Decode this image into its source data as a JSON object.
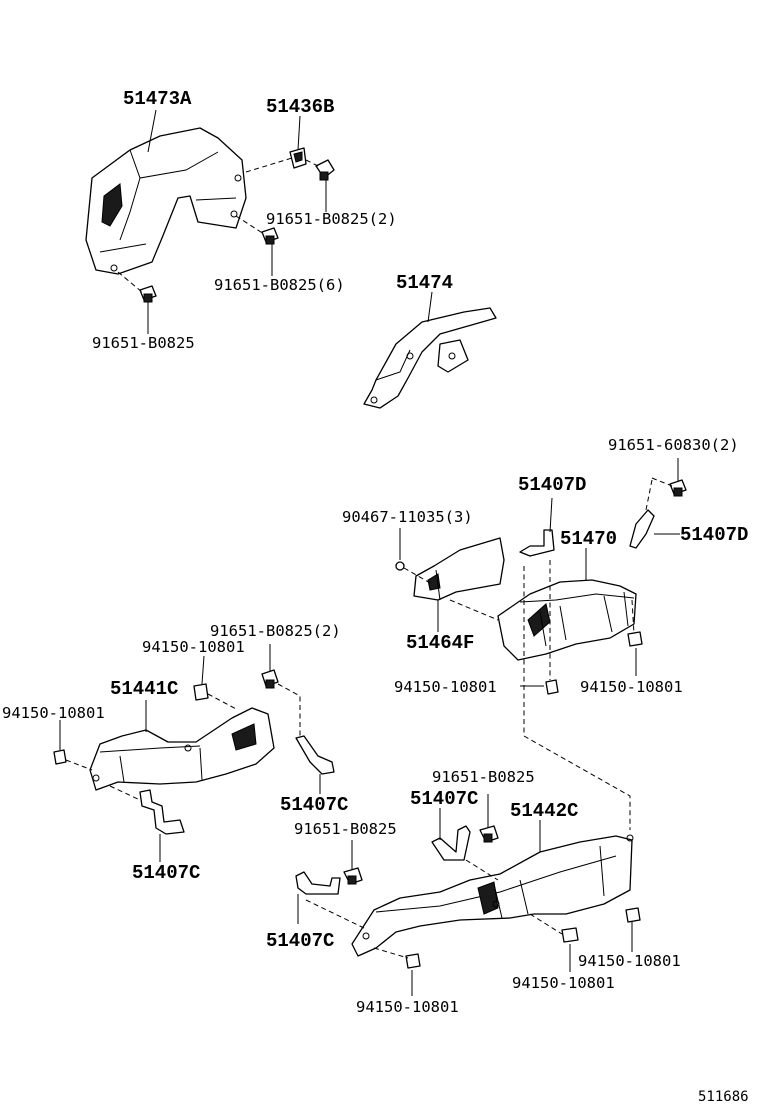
{
  "labels": {
    "p51473A": "51473A",
    "p51436B": "51436B",
    "p91651_B0825_2_top": "91651-B0825(2)",
    "p91651_B0825_6": "91651-B0825(6)",
    "p91651_B0825_left": "91651-B0825",
    "p51474": "51474",
    "p91651_60830_2": "91651-60830(2)",
    "p51407D_left": "51407D",
    "p51407D_right": "51407D",
    "p90467_11035_3": "90467-11035(3)",
    "p51470": "51470",
    "p51464F": "51464F",
    "p94150_10801_mid_left": "94150-10801",
    "p94150_10801_mid_right": "94150-10801",
    "p91651_B0825_2_mid": "91651-B0825(2)",
    "p94150_10801_upper": "94150-10801",
    "p51441C": "51441C",
    "p94150_10801_far_left": "94150-10801",
    "p51407C_mid": "51407C",
    "p51407C_left_bottom": "51407C",
    "p91651_B0825_lower_right": "91651-B0825",
    "p51407C_lower_right": "51407C",
    "p51442C": "51442C",
    "p91651_B0825_lower_mid": "91651-B0825",
    "p51407C_lower_left": "51407C",
    "p94150_10801_bottom_right": "94150-10801",
    "p94150_10801_bottom_mid": "94150-10801",
    "p94150_10801_bottom_left": "94150-10801",
    "diagram_id": "511686"
  },
  "colors": {
    "line": "#000000",
    "background": "#ffffff"
  }
}
